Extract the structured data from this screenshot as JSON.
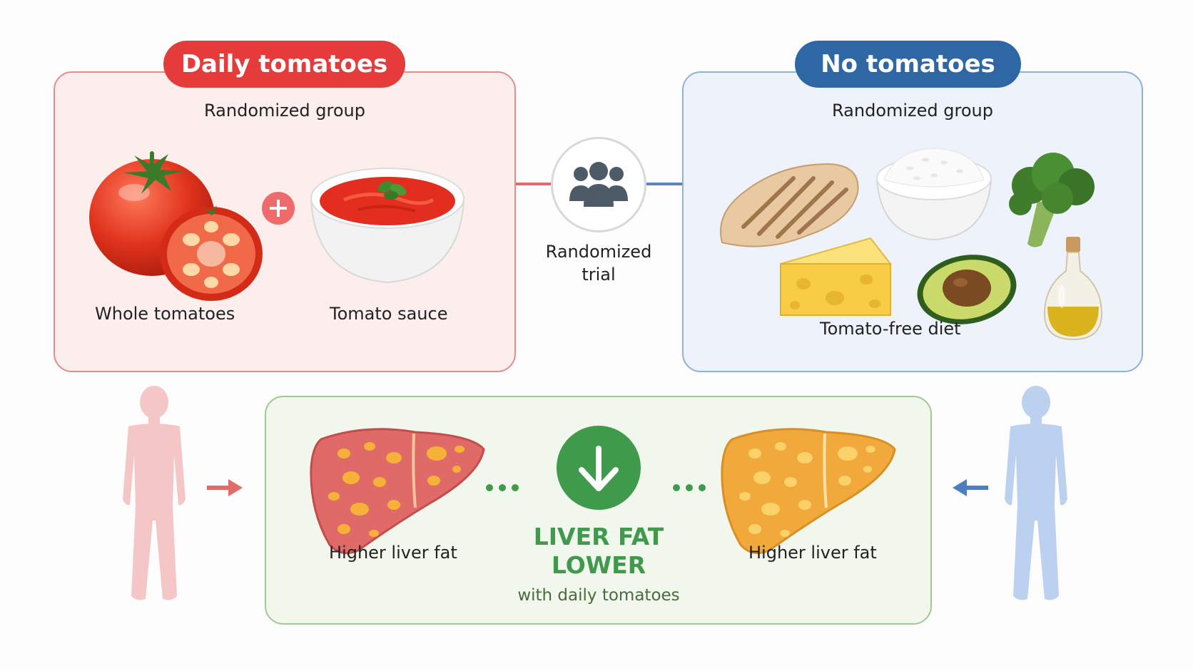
{
  "left_group": {
    "title": "Daily tomatoes",
    "subtitle": "Randomized group",
    "item_1": "Whole tomatoes",
    "item_2": "Tomato sauce",
    "accent": "#e53b3b"
  },
  "right_group": {
    "title": "No tomatoes",
    "subtitle": "Randomized group",
    "item_1": "Tomato-free diet",
    "accent": "#2f66a4"
  },
  "center": {
    "line_1": "Randomized",
    "line_2": "trial"
  },
  "outcome": {
    "left_label": "Higher liver fat",
    "right_label": "Higher liver fat",
    "headline_1": "LIVER FAT",
    "headline_2": "LOWER",
    "subtext": "with daily tomatoes",
    "accent": "#3f9a4b"
  }
}
